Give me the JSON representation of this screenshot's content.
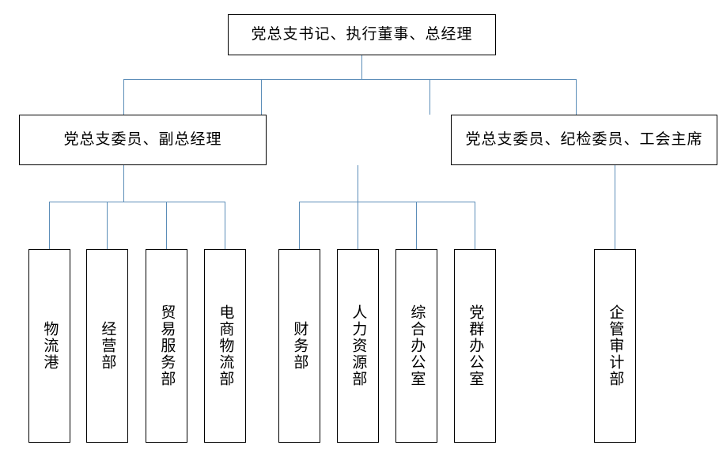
{
  "diagram": {
    "type": "org-chart",
    "line_color": "#5b8db8",
    "border_color": "#000000",
    "background": "#ffffff",
    "levels": [
      {
        "level": 1,
        "nodes": [
          {
            "id": "top",
            "label": "党总支书记、执行董事、总经理",
            "orientation": "horizontal"
          }
        ]
      },
      {
        "level": 2,
        "nodes": [
          {
            "id": "vp",
            "label": "党总支委员、副总经理",
            "orientation": "horizontal"
          },
          {
            "id": "disc",
            "label": "党总支委员、纪检委员、工会主席",
            "orientation": "horizontal"
          }
        ]
      },
      {
        "level": 3,
        "nodes": [
          {
            "id": "d1",
            "label": "物流港",
            "orientation": "vertical"
          },
          {
            "id": "d2",
            "label": "经营部",
            "orientation": "vertical"
          },
          {
            "id": "d3",
            "label": "贸易服务部",
            "orientation": "vertical"
          },
          {
            "id": "d4",
            "label": "电商物流部",
            "orientation": "vertical"
          },
          {
            "id": "d5",
            "label": "财务部",
            "orientation": "vertical"
          },
          {
            "id": "d6",
            "label": "人力资源部",
            "orientation": "vertical"
          },
          {
            "id": "d7",
            "label": "综合办公室",
            "orientation": "vertical"
          },
          {
            "id": "d8",
            "label": "党群办公室",
            "orientation": "vertical"
          },
          {
            "id": "d9",
            "label": "企管审计部",
            "orientation": "vertical"
          }
        ]
      }
    ]
  }
}
